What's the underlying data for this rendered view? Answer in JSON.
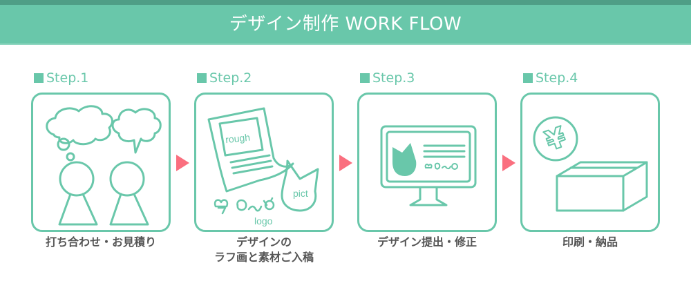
{
  "header": {
    "title": "デザイン制作 WORK FLOW"
  },
  "colors": {
    "accent": "#69c7aa",
    "accent_dark": "#4f9e86",
    "arrow": "#fa6f7f",
    "caption_text": "#555555"
  },
  "steps": [
    {
      "label": "Step.1",
      "icon": "consultation-icon",
      "caption_lines": [
        "打ち合わせ・お見積り"
      ]
    },
    {
      "label": "Step.2",
      "icon": "rough-draft-icon",
      "caption_lines": [
        "デザインの",
        "ラフ画と素材ご入稿"
      ],
      "illustration_texts": {
        "rough": "rough",
        "pict": "pict",
        "logo": "logo"
      }
    },
    {
      "label": "Step.3",
      "icon": "monitor-icon",
      "caption_lines": [
        "デザイン提出・修正"
      ]
    },
    {
      "label": "Step.4",
      "icon": "payment-delivery-icon",
      "caption_lines": [
        "印刷・納品"
      ],
      "illustration_texts": {
        "currency": "¥"
      }
    }
  ],
  "arrows": [
    "arrow-right-icon",
    "arrow-right-icon",
    "arrow-right-icon"
  ]
}
